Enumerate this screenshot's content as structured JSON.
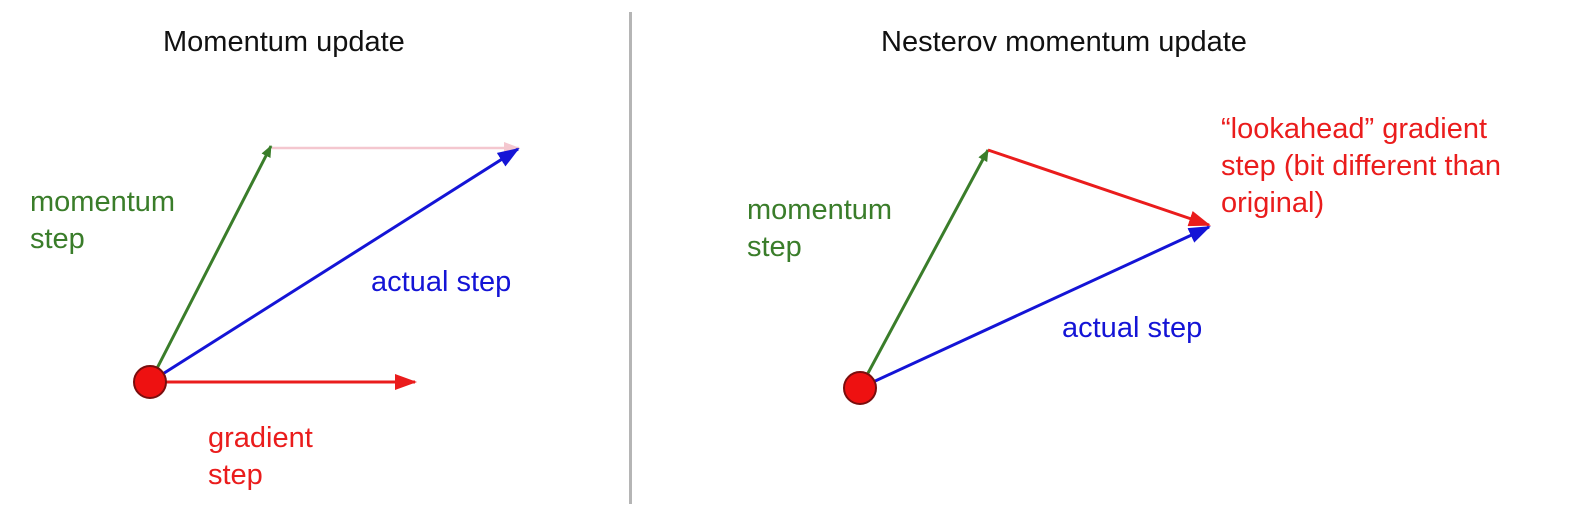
{
  "colors": {
    "momentum": "#3a7d2a",
    "gradient": "#ea1c1c",
    "actual": "#1414d6",
    "ghost": "#f4c7cf",
    "point_fill": "#ee1111",
    "point_stroke": "#7a0d0d",
    "divider": "#b5b5b5",
    "title": "#111111"
  },
  "left": {
    "title": "Momentum update",
    "momentum_label": "momentum\nstep",
    "actual_label": "actual step",
    "gradient_label": "gradient\nstep"
  },
  "right": {
    "title": "Nesterov momentum update",
    "momentum_label": "momentum\nstep",
    "actual_label": "actual step",
    "lookahead_label": "“lookahead” gradient\nstep (bit different than\noriginal)"
  }
}
